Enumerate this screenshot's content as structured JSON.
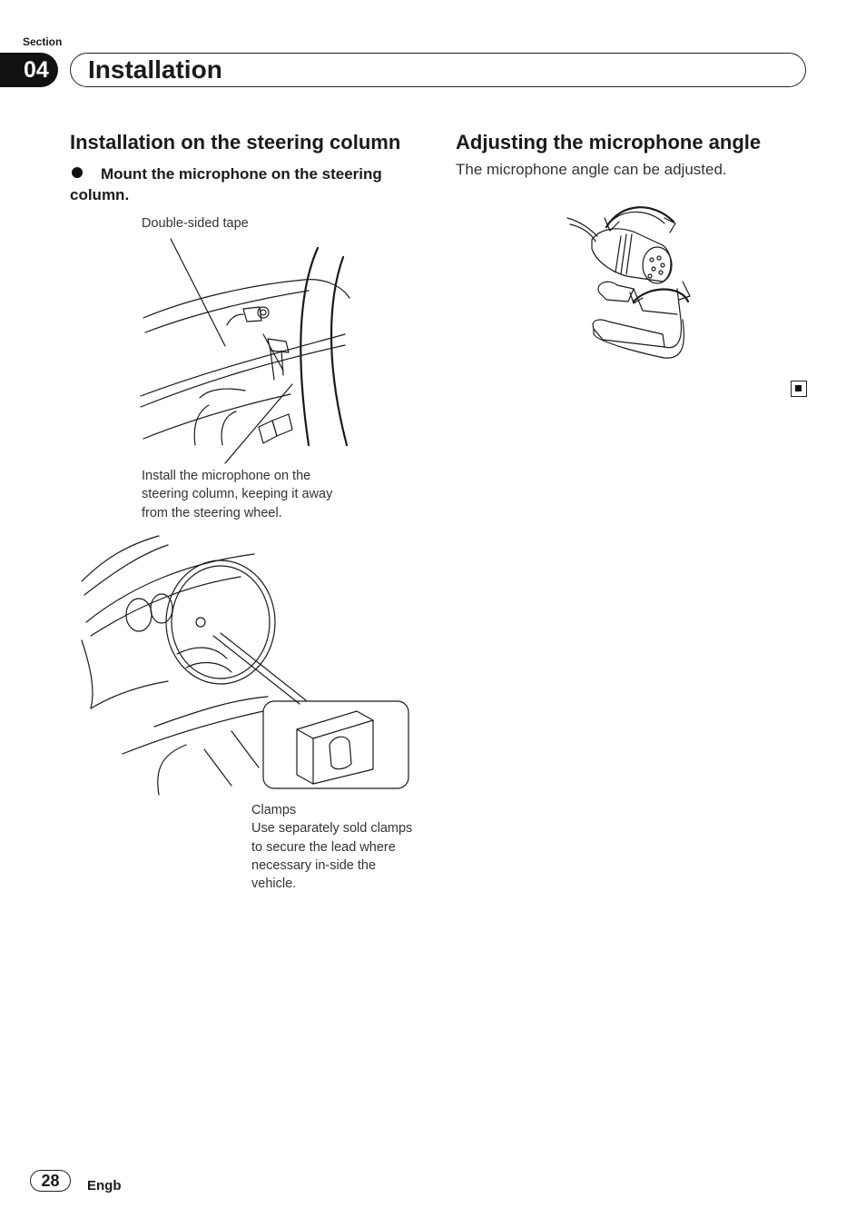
{
  "header": {
    "section_label": "Section",
    "section_number": "04",
    "title": "Installation"
  },
  "left": {
    "heading": "Installation on the steering column",
    "bullet": "Mount the microphone on the steering column.",
    "caption_tape": "Double-sided tape",
    "caption_install": "Install the microphone on the steering column, keeping it away from the steering wheel.",
    "caption_clamps_title": "Clamps",
    "caption_clamps_body": "Use separately sold clamps to secure the lead where necessary in-side the vehicle."
  },
  "right": {
    "heading": "Adjusting the microphone angle",
    "body": "The microphone angle can be adjusted."
  },
  "footer": {
    "page_number": "28",
    "language": "Engb"
  }
}
